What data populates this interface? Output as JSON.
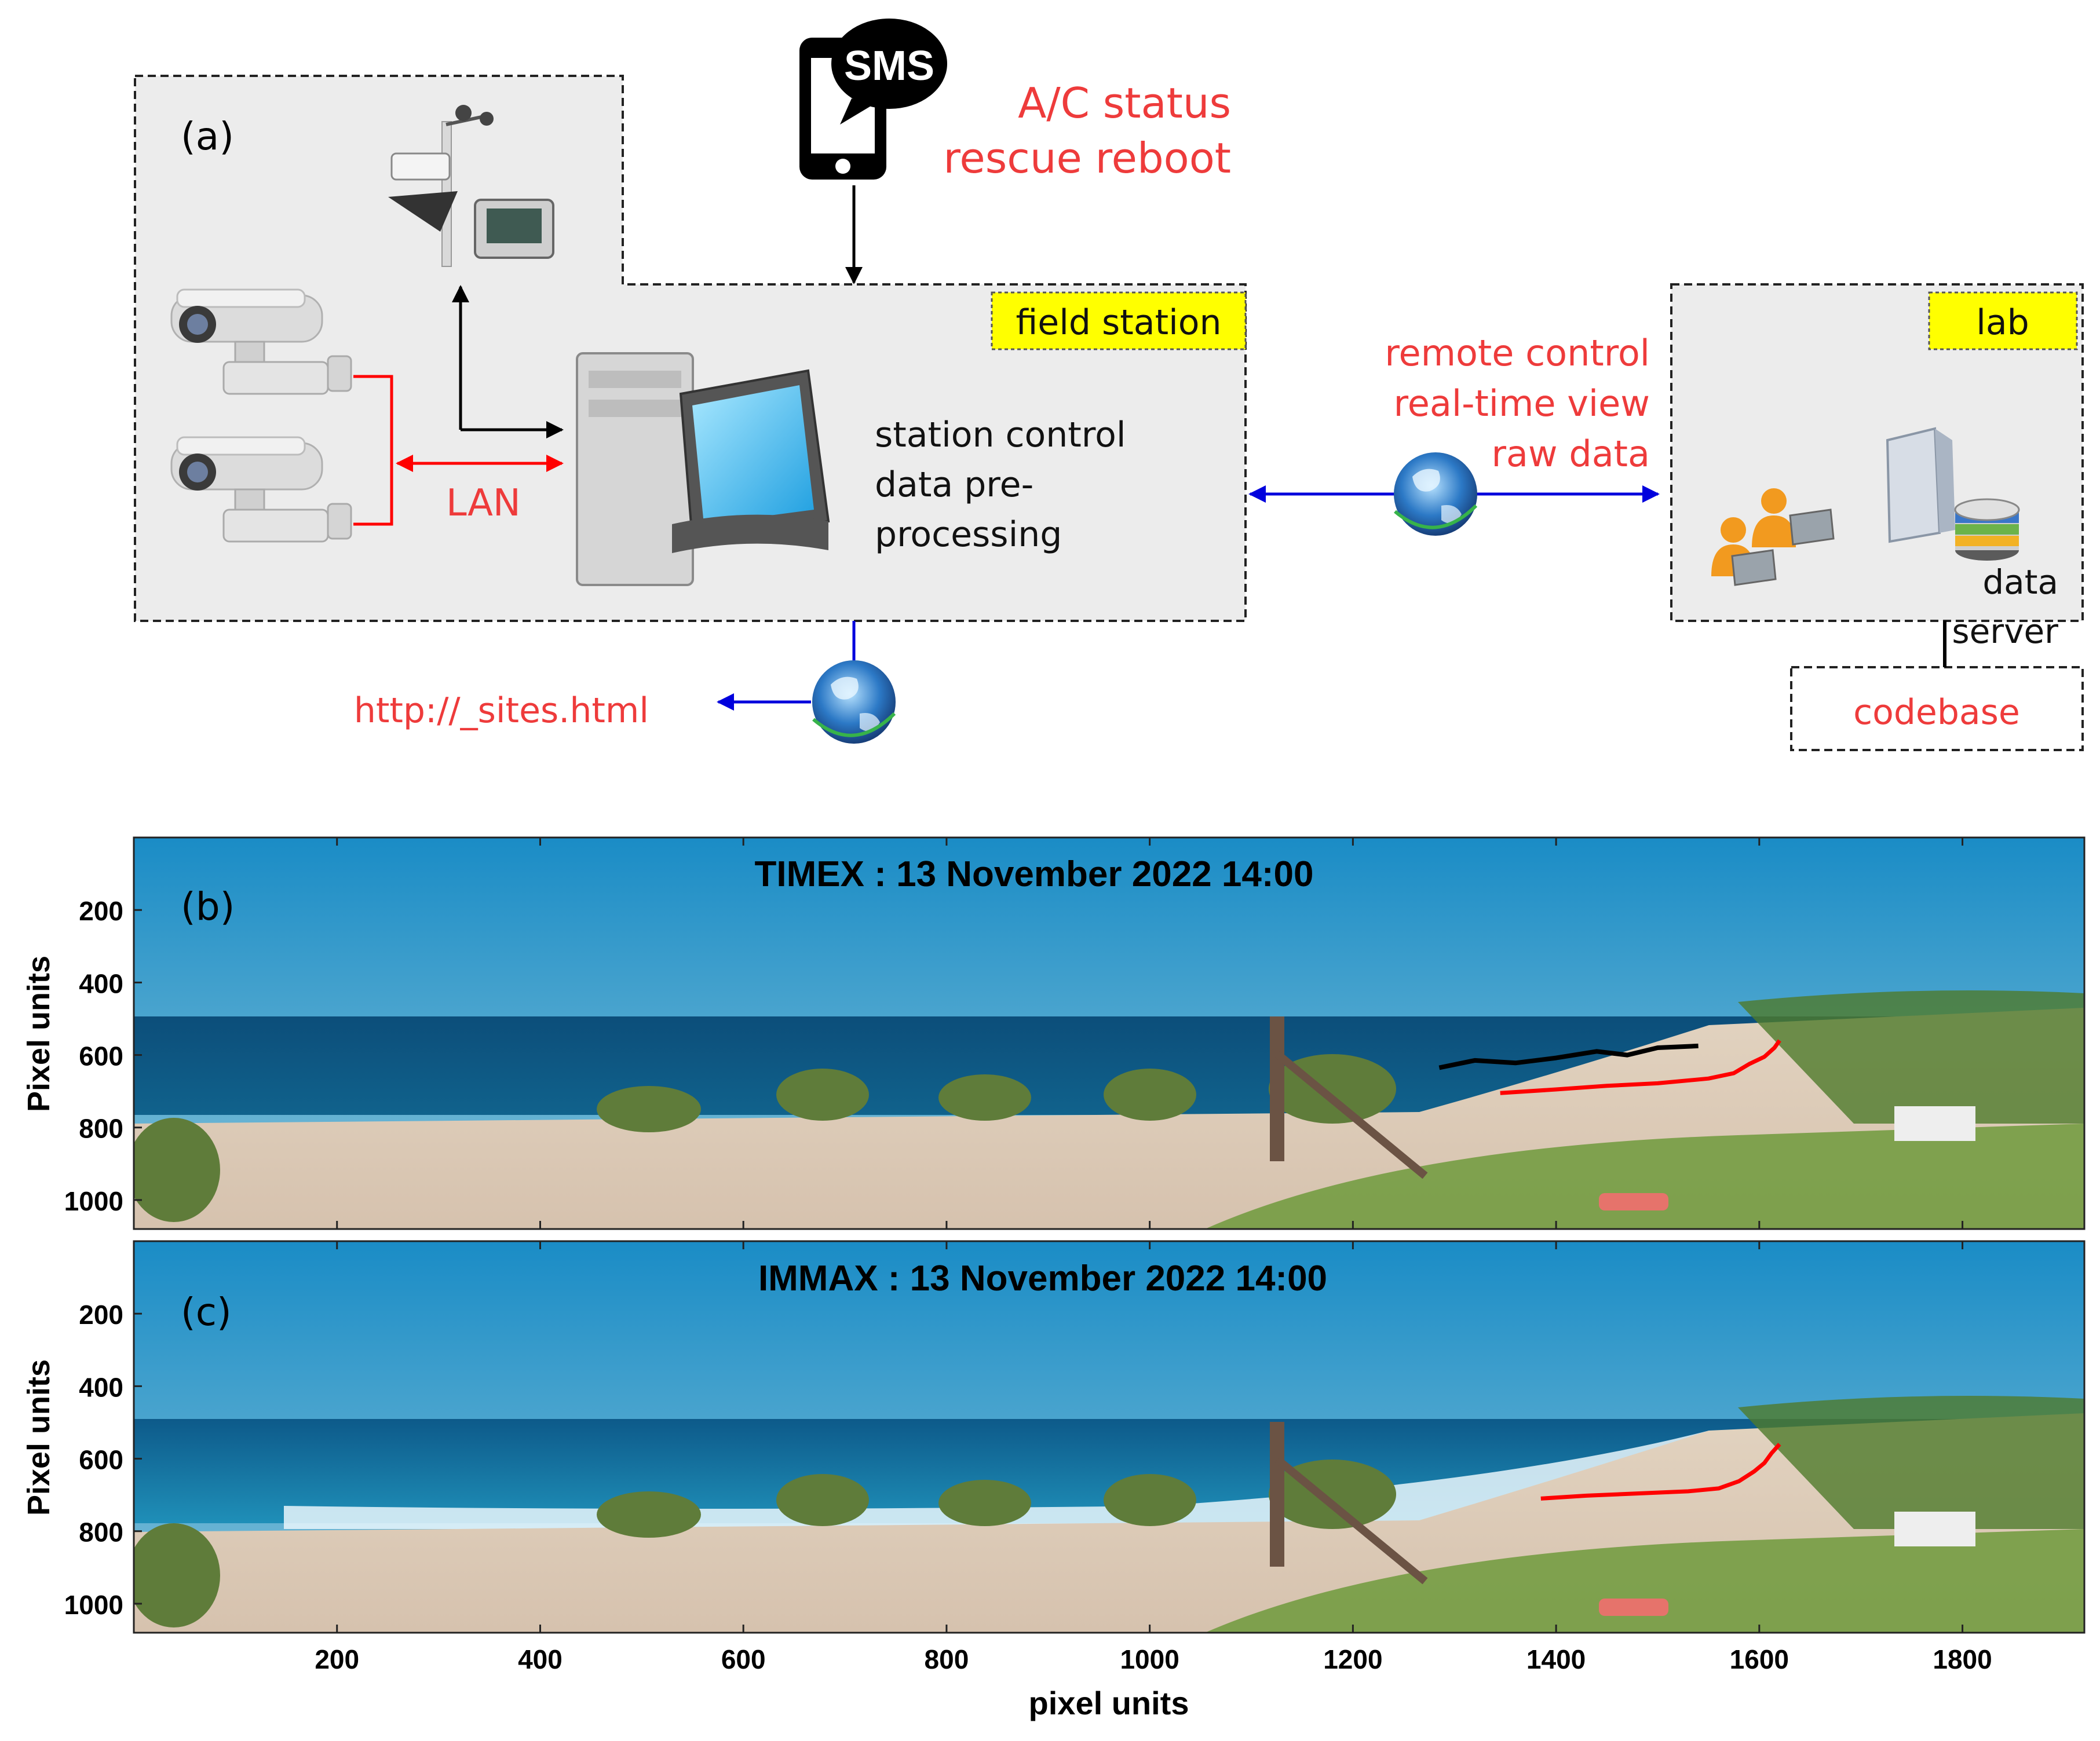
{
  "panel_a": {
    "label": "(a)",
    "sms_badge": "SMS",
    "sms_notes": [
      "A/C status",
      "rescue reboot"
    ],
    "field_station_tag": "field station",
    "lan_label": "LAN",
    "station_text": [
      "station control",
      "data pre-",
      "processing"
    ],
    "remote_links": [
      "remote control",
      "real-time view",
      "raw data"
    ],
    "lab_tag": "lab",
    "data_server": [
      "data",
      "server"
    ],
    "codebase": "codebase",
    "website": "http://_sites.html",
    "colors": {
      "red_text": "#ee3b3b",
      "tag_fill": "#ffff00",
      "panel_fill": "#ececec",
      "link_blue": "#0000dd",
      "lan_red": "#ff0000"
    }
  },
  "panel_b": {
    "label": "(b)",
    "title": "TIMEX :  13 November 2022 14:00"
  },
  "panel_c": {
    "label": "(c)",
    "title": "IMMAX :  13 November 2022 14:00"
  },
  "axes": {
    "ylabel": "Pixel units",
    "xlabel": "pixel units",
    "yticks": [
      "200",
      "400",
      "600",
      "800",
      "1000"
    ],
    "xticks": [
      "200",
      "400",
      "600",
      "800",
      "1000",
      "1200",
      "1400",
      "1600",
      "1800"
    ],
    "xlim": [
      0,
      1920
    ],
    "ylim": [
      0,
      1080
    ]
  },
  "shoreline": {
    "timex_black": [
      [
        1285,
        635
      ],
      [
        1320,
        615
      ],
      [
        1360,
        622
      ],
      [
        1400,
        608
      ],
      [
        1440,
        590
      ],
      [
        1470,
        600
      ],
      [
        1500,
        580
      ],
      [
        1540,
        575
      ]
    ],
    "timex_red": [
      [
        1345,
        705
      ],
      [
        1400,
        695
      ],
      [
        1450,
        685
      ],
      [
        1500,
        678
      ],
      [
        1550,
        665
      ],
      [
        1575,
        650
      ],
      [
        1590,
        625
      ],
      [
        1605,
        605
      ],
      [
        1615,
        580
      ],
      [
        1620,
        560
      ]
    ],
    "immax_red": [
      [
        1385,
        710
      ],
      [
        1430,
        702
      ],
      [
        1480,
        696
      ],
      [
        1530,
        690
      ],
      [
        1560,
        682
      ],
      [
        1580,
        662
      ],
      [
        1595,
        635
      ],
      [
        1605,
        612
      ],
      [
        1612,
        585
      ],
      [
        1620,
        560
      ]
    ]
  }
}
